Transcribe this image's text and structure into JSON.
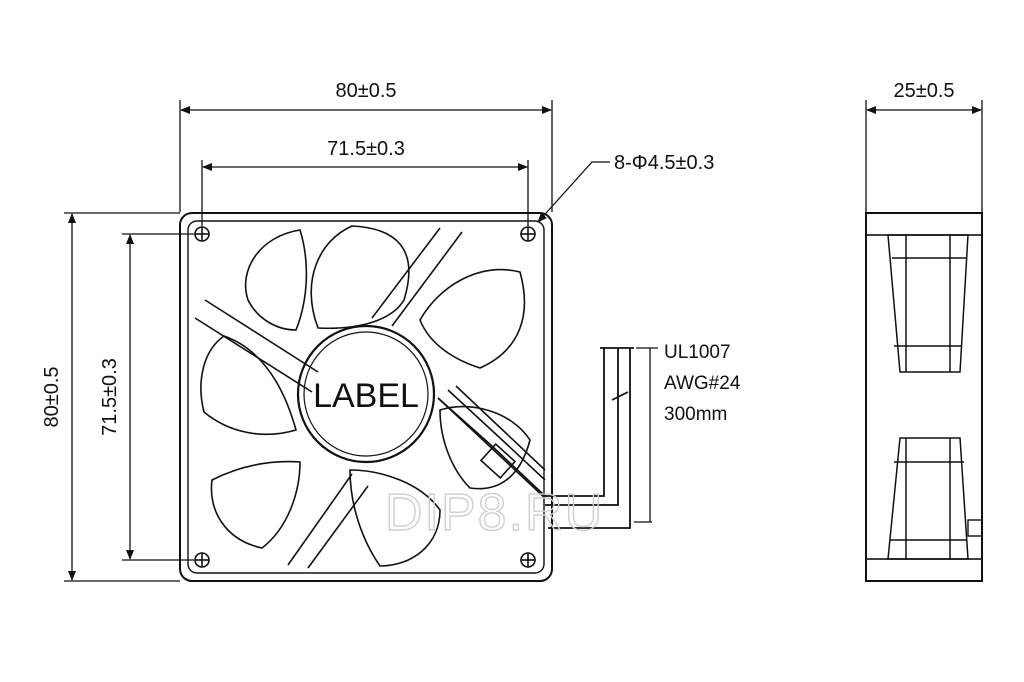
{
  "front_view": {
    "width_dimension": "80±0.5",
    "hole_spacing_horizontal": "71.5±0.3",
    "height_dimension": "80±0.5",
    "hole_spacing_vertical": "71.5±0.3",
    "mounting_holes": "8-Φ4.5±0.3",
    "hub_label": "LABEL"
  },
  "side_view": {
    "depth_dimension": "25±0.5"
  },
  "wire_spec": {
    "line1": "UL1007",
    "line2": "AWG#24",
    "line3": "300mm"
  },
  "watermark": "DIP8.RU",
  "colors": {
    "line": "#111111",
    "watermark": "#cfcfcf",
    "background": "#ffffff"
  }
}
